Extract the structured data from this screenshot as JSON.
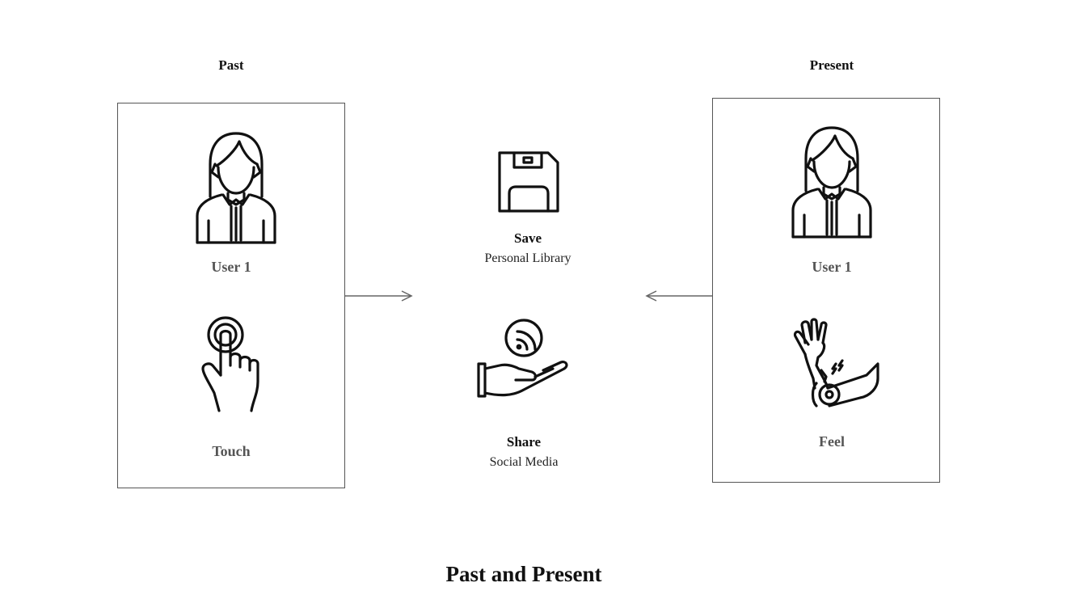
{
  "past": {
    "title": "Past",
    "user_label": "User 1",
    "action_label": "Touch"
  },
  "present": {
    "title": "Present",
    "user_label": "User 1",
    "action_label": "Feel"
  },
  "middle": {
    "save": {
      "title": "Save",
      "subtitle": "Personal Library"
    },
    "share": {
      "title": "Share",
      "subtitle": "Social Media"
    }
  },
  "caption": "Past and Present",
  "icons": [
    "woman-user-icon",
    "touch-finger-icon",
    "floppy-disk-icon",
    "hand-share-icon",
    "arm-feel-icon"
  ],
  "colors": {
    "border": "#555555",
    "text_gray": "#555555",
    "text_dark": "#111111",
    "arrow": "#666666"
  }
}
